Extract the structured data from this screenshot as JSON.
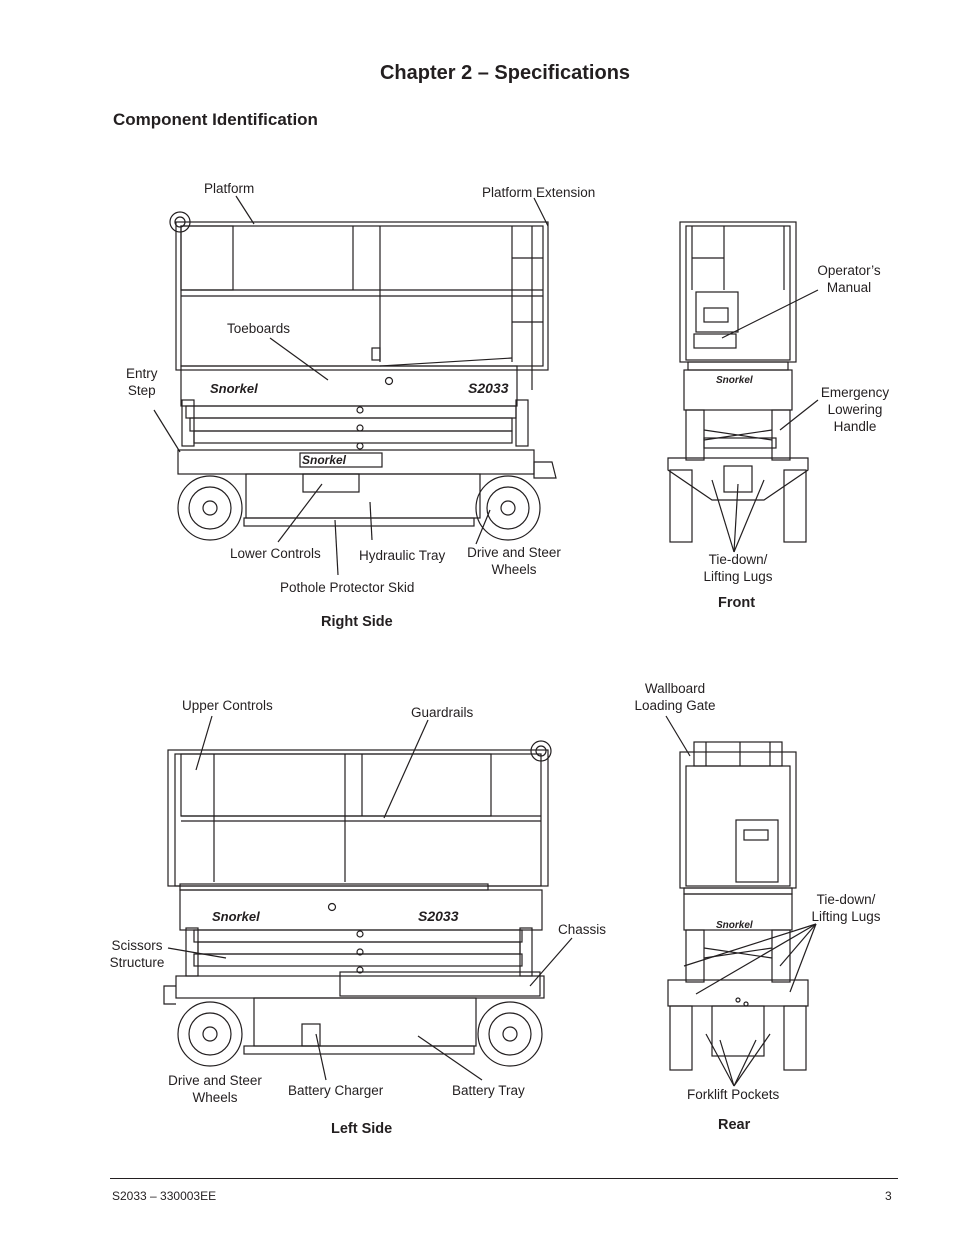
{
  "header": {
    "chapter_title": "Chapter 2 – Specifications",
    "section_title": "Component Identification"
  },
  "views": {
    "right_side": {
      "caption": "Right Side",
      "labels": {
        "platform": "Platform",
        "platform_extension": "Platform Extension",
        "toeboards": "Toeboards",
        "entry_step": "Entry\nStep",
        "lower_controls": "Lower Controls",
        "hydraulic_tray": "Hydraulic Tray",
        "drive_steer_wheels": "Drive and Steer\nWheels",
        "pothole_protector_skid": "Pothole Protector Skid"
      },
      "decals": {
        "brand": "Snorkel",
        "model": "S2033"
      }
    },
    "front": {
      "caption": "Front",
      "labels": {
        "operators_manual": "Operator’s\nManual",
        "emergency_lowering_handle": "Emergency\nLowering\nHandle",
        "tie_down_lifting_lugs": "Tie-down/\nLifting Lugs"
      },
      "decals": {
        "brand": "Snorkel"
      }
    },
    "left_side": {
      "caption": "Left Side",
      "labels": {
        "upper_controls": "Upper Controls",
        "guardrails": "Guardrails",
        "scissors_structure": "Scissors\nStructure",
        "chassis": "Chassis",
        "drive_steer_wheels": "Drive and Steer\nWheels",
        "battery_charger": "Battery Charger",
        "battery_tray": "Battery Tray"
      },
      "decals": {
        "brand": "Snorkel",
        "model": "S2033"
      }
    },
    "rear": {
      "caption": "Rear",
      "labels": {
        "wallboard_loading_gate": "Wallboard\nLoading Gate",
        "tie_down_lifting_lugs": "Tie-down/\nLifting Lugs",
        "forklift_pockets": "Forklift Pockets"
      },
      "decals": {
        "brand": "Snorkel"
      }
    }
  },
  "footer": {
    "doc_id": "S2033 – 330003EE",
    "page_number": "3"
  }
}
